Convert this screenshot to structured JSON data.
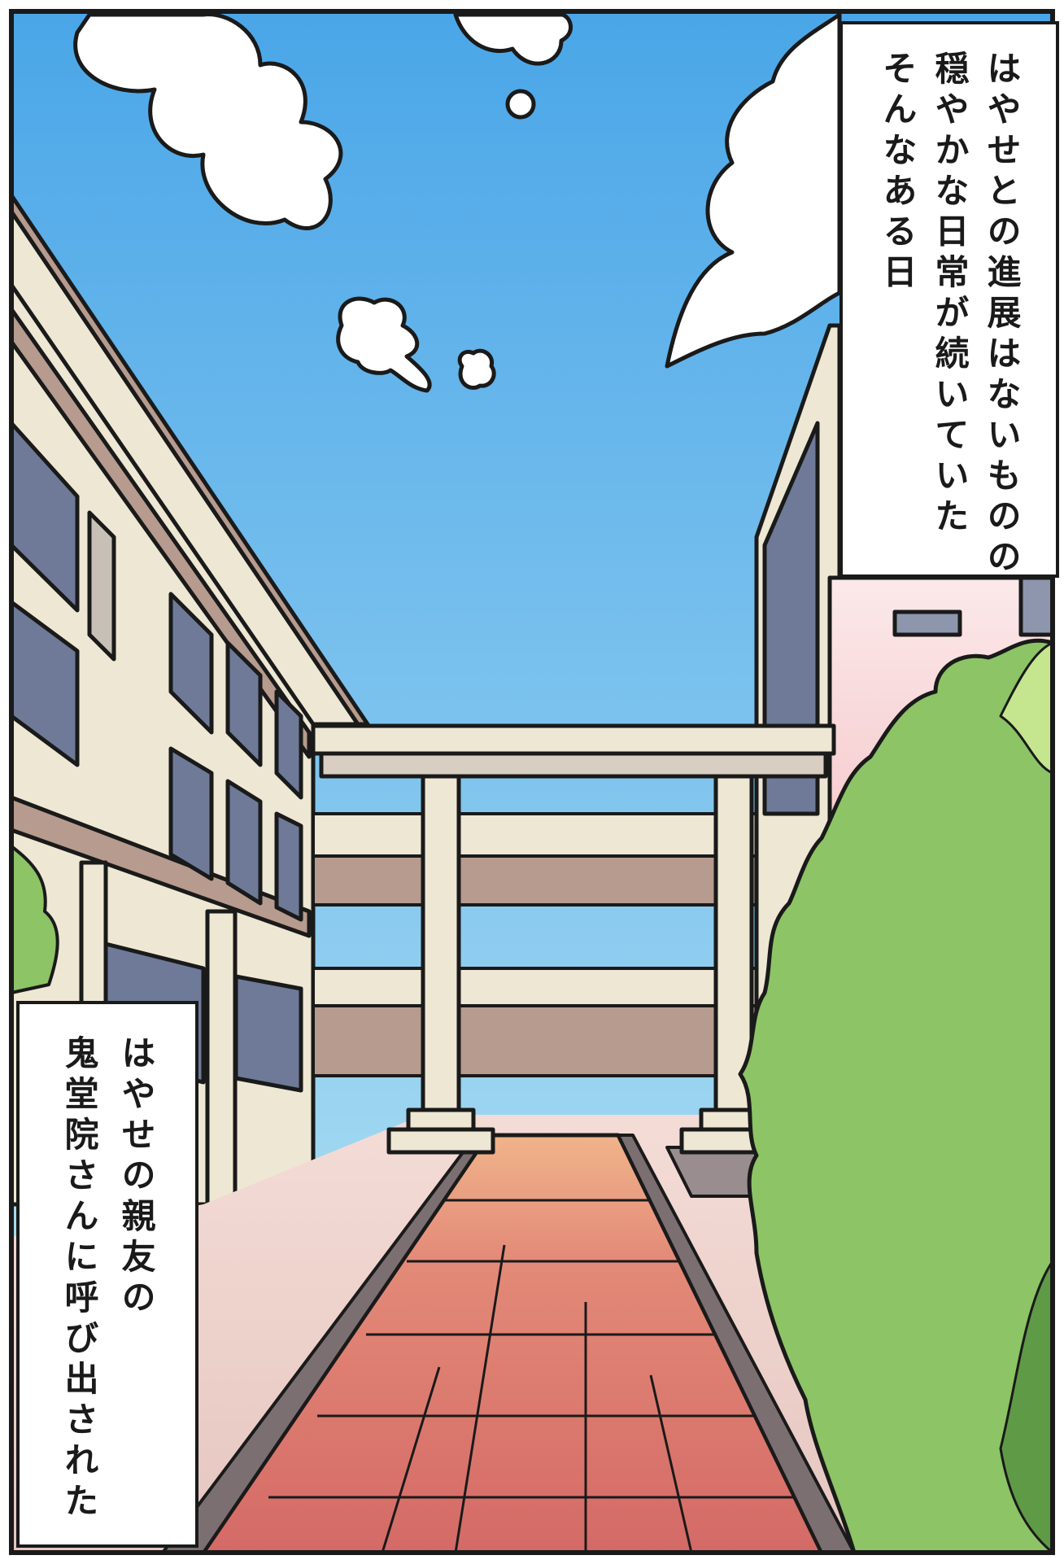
{
  "captions": {
    "top": {
      "lines": [
        "はやせとの進展はないものの",
        "穏やかな日常が続いていた",
        "そんなある日"
      ]
    },
    "bottom": {
      "lines": [
        "はやせの親友の",
        "鬼堂院さんに呼び出された"
      ]
    }
  },
  "colors": {
    "sky_top": "#4aa6e8",
    "sky_bottom": "#bfeaf2",
    "torii": "#ede7d4",
    "path": "#d96e68",
    "bush": "#8cc466",
    "building_wall": "#ede7d4",
    "building_trim": "#b69b8e",
    "window": "#6e7a98",
    "outline": "#1a1a1a"
  },
  "icons": [
    "cloud-icon",
    "torii-gate-icon",
    "bush-icon"
  ]
}
